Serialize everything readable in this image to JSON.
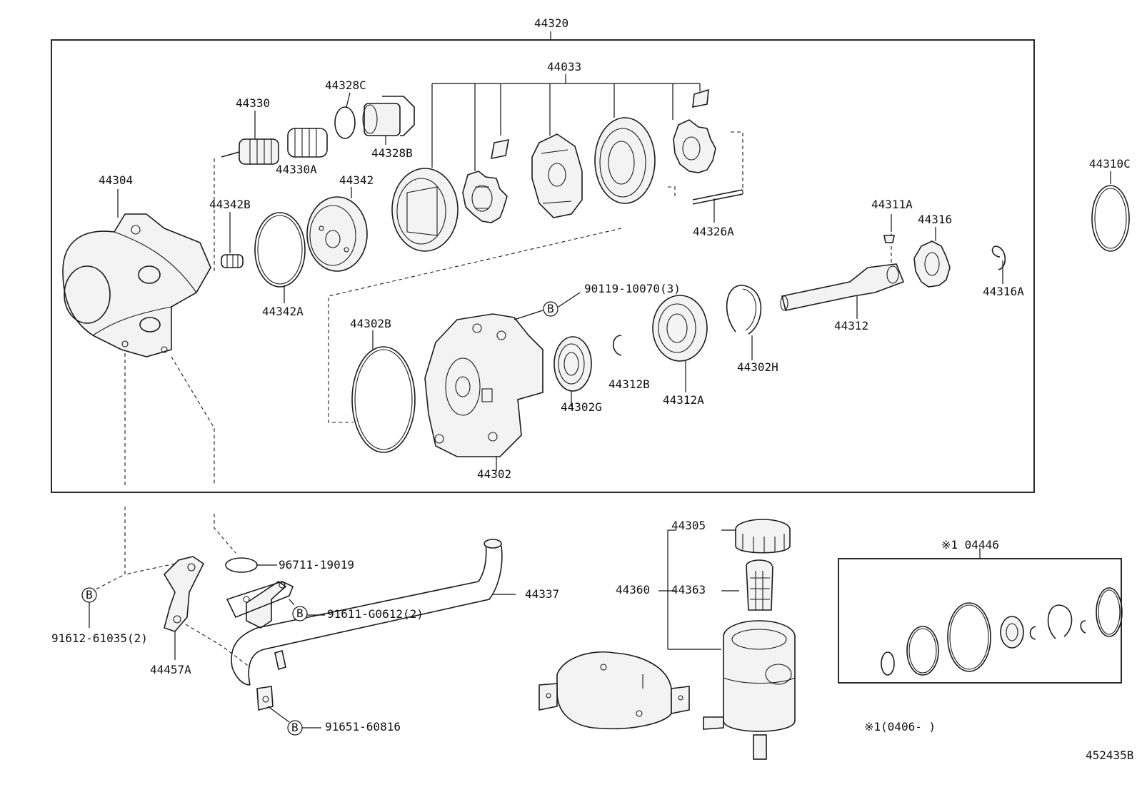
{
  "labels": {
    "l44320": "44320",
    "l44033": "44033",
    "l44328C": "44328C",
    "l44330": "44330",
    "l44328B": "44328B",
    "l44330A": "44330A",
    "l44304": "44304",
    "l44342": "44342",
    "l44342B": "44342B",
    "l44342A": "44342A",
    "l44326A": "44326A",
    "l44310C": "44310C",
    "l44311A": "44311A",
    "l44316": "44316",
    "l44316A": "44316A",
    "l44312": "44312",
    "l90119": "90119-10070(3)",
    "l44302B": "44302B",
    "l44302H": "44302H",
    "l44312B": "44312B",
    "l44312A": "44312A",
    "l44302G": "44302G",
    "l44302": "44302",
    "l44305": "44305",
    "l44360": "44360",
    "l44363": "44363",
    "l04446": "※1 04446",
    "l96711": "96711-19019",
    "l44337": "44337",
    "l91611": "91611-G0612(2)",
    "l91612": "91612-61035(2)",
    "l44457A": "44457A",
    "l91651": "91651-60816",
    "lnote": "※1(0406-      )",
    "lfig": "452435B"
  },
  "bolt_marker": "B",
  "icons": [
    "bolt-b-marker-icon"
  ]
}
